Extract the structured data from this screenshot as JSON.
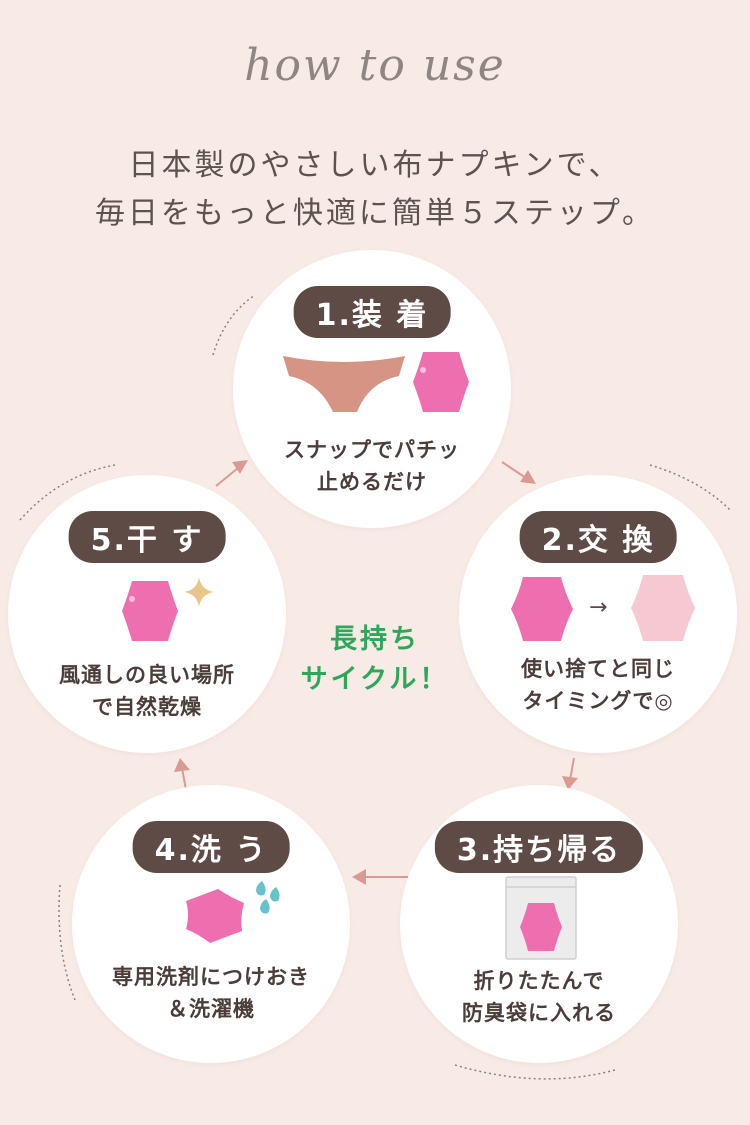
{
  "header": {
    "script_title": "how to use",
    "subtitle_line1": "日本製のやさしい布ナプキンで、",
    "subtitle_line2": "毎日をもっと快適に簡単５ステップ。"
  },
  "center_text": {
    "line1": "長持ち",
    "line2": "サイクル！"
  },
  "steps": [
    {
      "title": "1.装 着",
      "line1": "スナップでパチッ",
      "line2": "止めるだけ"
    },
    {
      "title": "2.交 換",
      "line1": "使い捨てと同じ",
      "line2": "タイミングで◎"
    },
    {
      "title": "3.持ち帰る",
      "line1": "折りたたんで",
      "line2": "防臭袋に入れる"
    },
    {
      "title": "4.洗 う",
      "line1": "専用洗剤につけおき",
      "line2": "＆洗濯機"
    },
    {
      "title": "5.干 す",
      "line1": "風通しの良い場所",
      "line2": "で自然乾燥"
    }
  ],
  "step2_arrow": "→",
  "colors": {
    "background": "#f8ebe6",
    "title_pill": "#5f4b46",
    "pad_pink": "#ee6fb0",
    "pad_light": "#f6c8d2",
    "underwear": "#d59484",
    "center_green": "#2fa65a",
    "arrow": "#d89a92",
    "water": "#68c2cc",
    "sparkle": "#e8c58a"
  }
}
